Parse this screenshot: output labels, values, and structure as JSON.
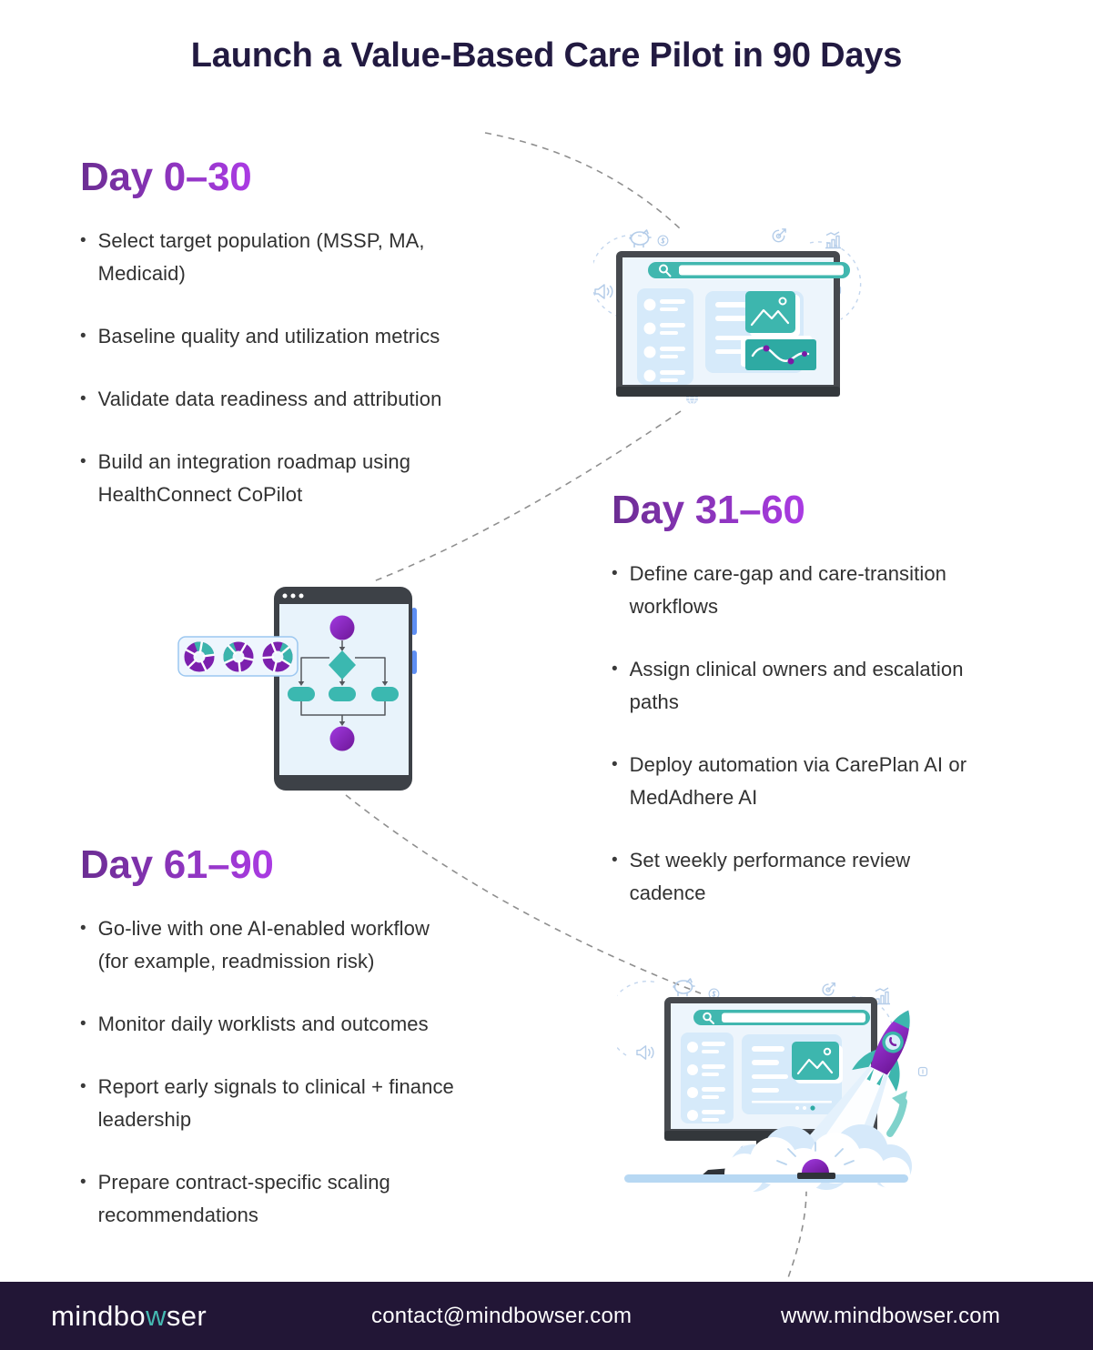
{
  "title": "Launch a Value-Based Care Pilot in 90 Days",
  "bullet_char": "•",
  "sections": [
    {
      "heading": "Day 0–30",
      "bullets": [
        "Select target population (MSSP, MA,\nMedicaid)",
        "Baseline quality and utilization metrics",
        "Validate data readiness and attribution",
        "Build an integration roadmap using\nHealthConnect CoPilot"
      ]
    },
    {
      "heading": "Day 31–60",
      "bullets": [
        "Define care-gap and care-transition\nworkflows",
        "Assign clinical owners and escalation\npaths",
        "Deploy automation via CarePlan AI or\nMedAdhere AI",
        "Set weekly performance review\ncadence"
      ]
    },
    {
      "heading": "Day 61–90",
      "bullets": [
        "Go-live with one AI-enabled workflow\n(for example, readmission risk)",
        "Monitor daily worklists and outcomes",
        "Report early signals to clinical + finance\nleadership",
        "Prepare contract-specific scaling\nrecommendations"
      ]
    }
  ],
  "footer": {
    "logo": {
      "pre": "mindbo",
      "accent": "w",
      "post": "ser"
    },
    "email": "contact@mindbowser.com",
    "website": "www.mindbowser.com"
  },
  "colors": {
    "accent_teal": "#41b7af",
    "accent_purple": "#8b2fc9",
    "heading_gradient_start": "#6b2d92",
    "heading_gradient_end": "#ab3be4",
    "title_color": "#221a41",
    "footer_bg": "#221636",
    "doodle_blue": "#b5cde9"
  },
  "icon_names": [
    "search-icon",
    "piggy-bank-icon",
    "dollar-circle-icon",
    "target-icon",
    "bar-chart-icon",
    "megaphone-icon",
    "price-tag-icon",
    "globe-icon",
    "image-placeholder-icon",
    "line-chart-icon",
    "flowchart-icon",
    "donut-charts-icon",
    "rocket-icon",
    "launch-button-icon",
    "growth-arrow-icon"
  ]
}
